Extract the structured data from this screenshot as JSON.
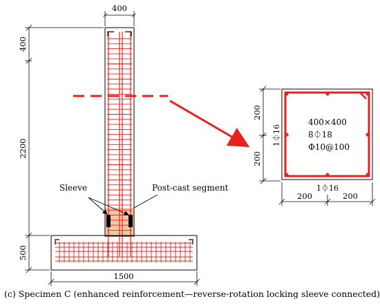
{
  "column": {
    "dim_width": "400",
    "dim_top": "400",
    "dim_height": "2200",
    "label_sleeve": "Sleeve",
    "label_postcast": "Post-cast segment"
  },
  "footing": {
    "dim_height": "500",
    "dim_width": "1500"
  },
  "section": {
    "size": "400×400",
    "long_bars": "8⏀18",
    "stirrups": "Φ10@100",
    "side_bar": "1⏀16",
    "bottom_bar": "1⏀16",
    "dim_left_top": "200",
    "dim_left_bottom": "200",
    "dim_bottom_left": "200",
    "dim_bottom_right": "200"
  },
  "colors": {
    "rebar": "#e8211d",
    "postcast_fill": "#f6c7a4",
    "sleeve": "#000000",
    "section_line": "#e8211d"
  },
  "caption": "(c) Specimen C (enhanced reinforcement—reverse-rotation locking sleeve connected)"
}
